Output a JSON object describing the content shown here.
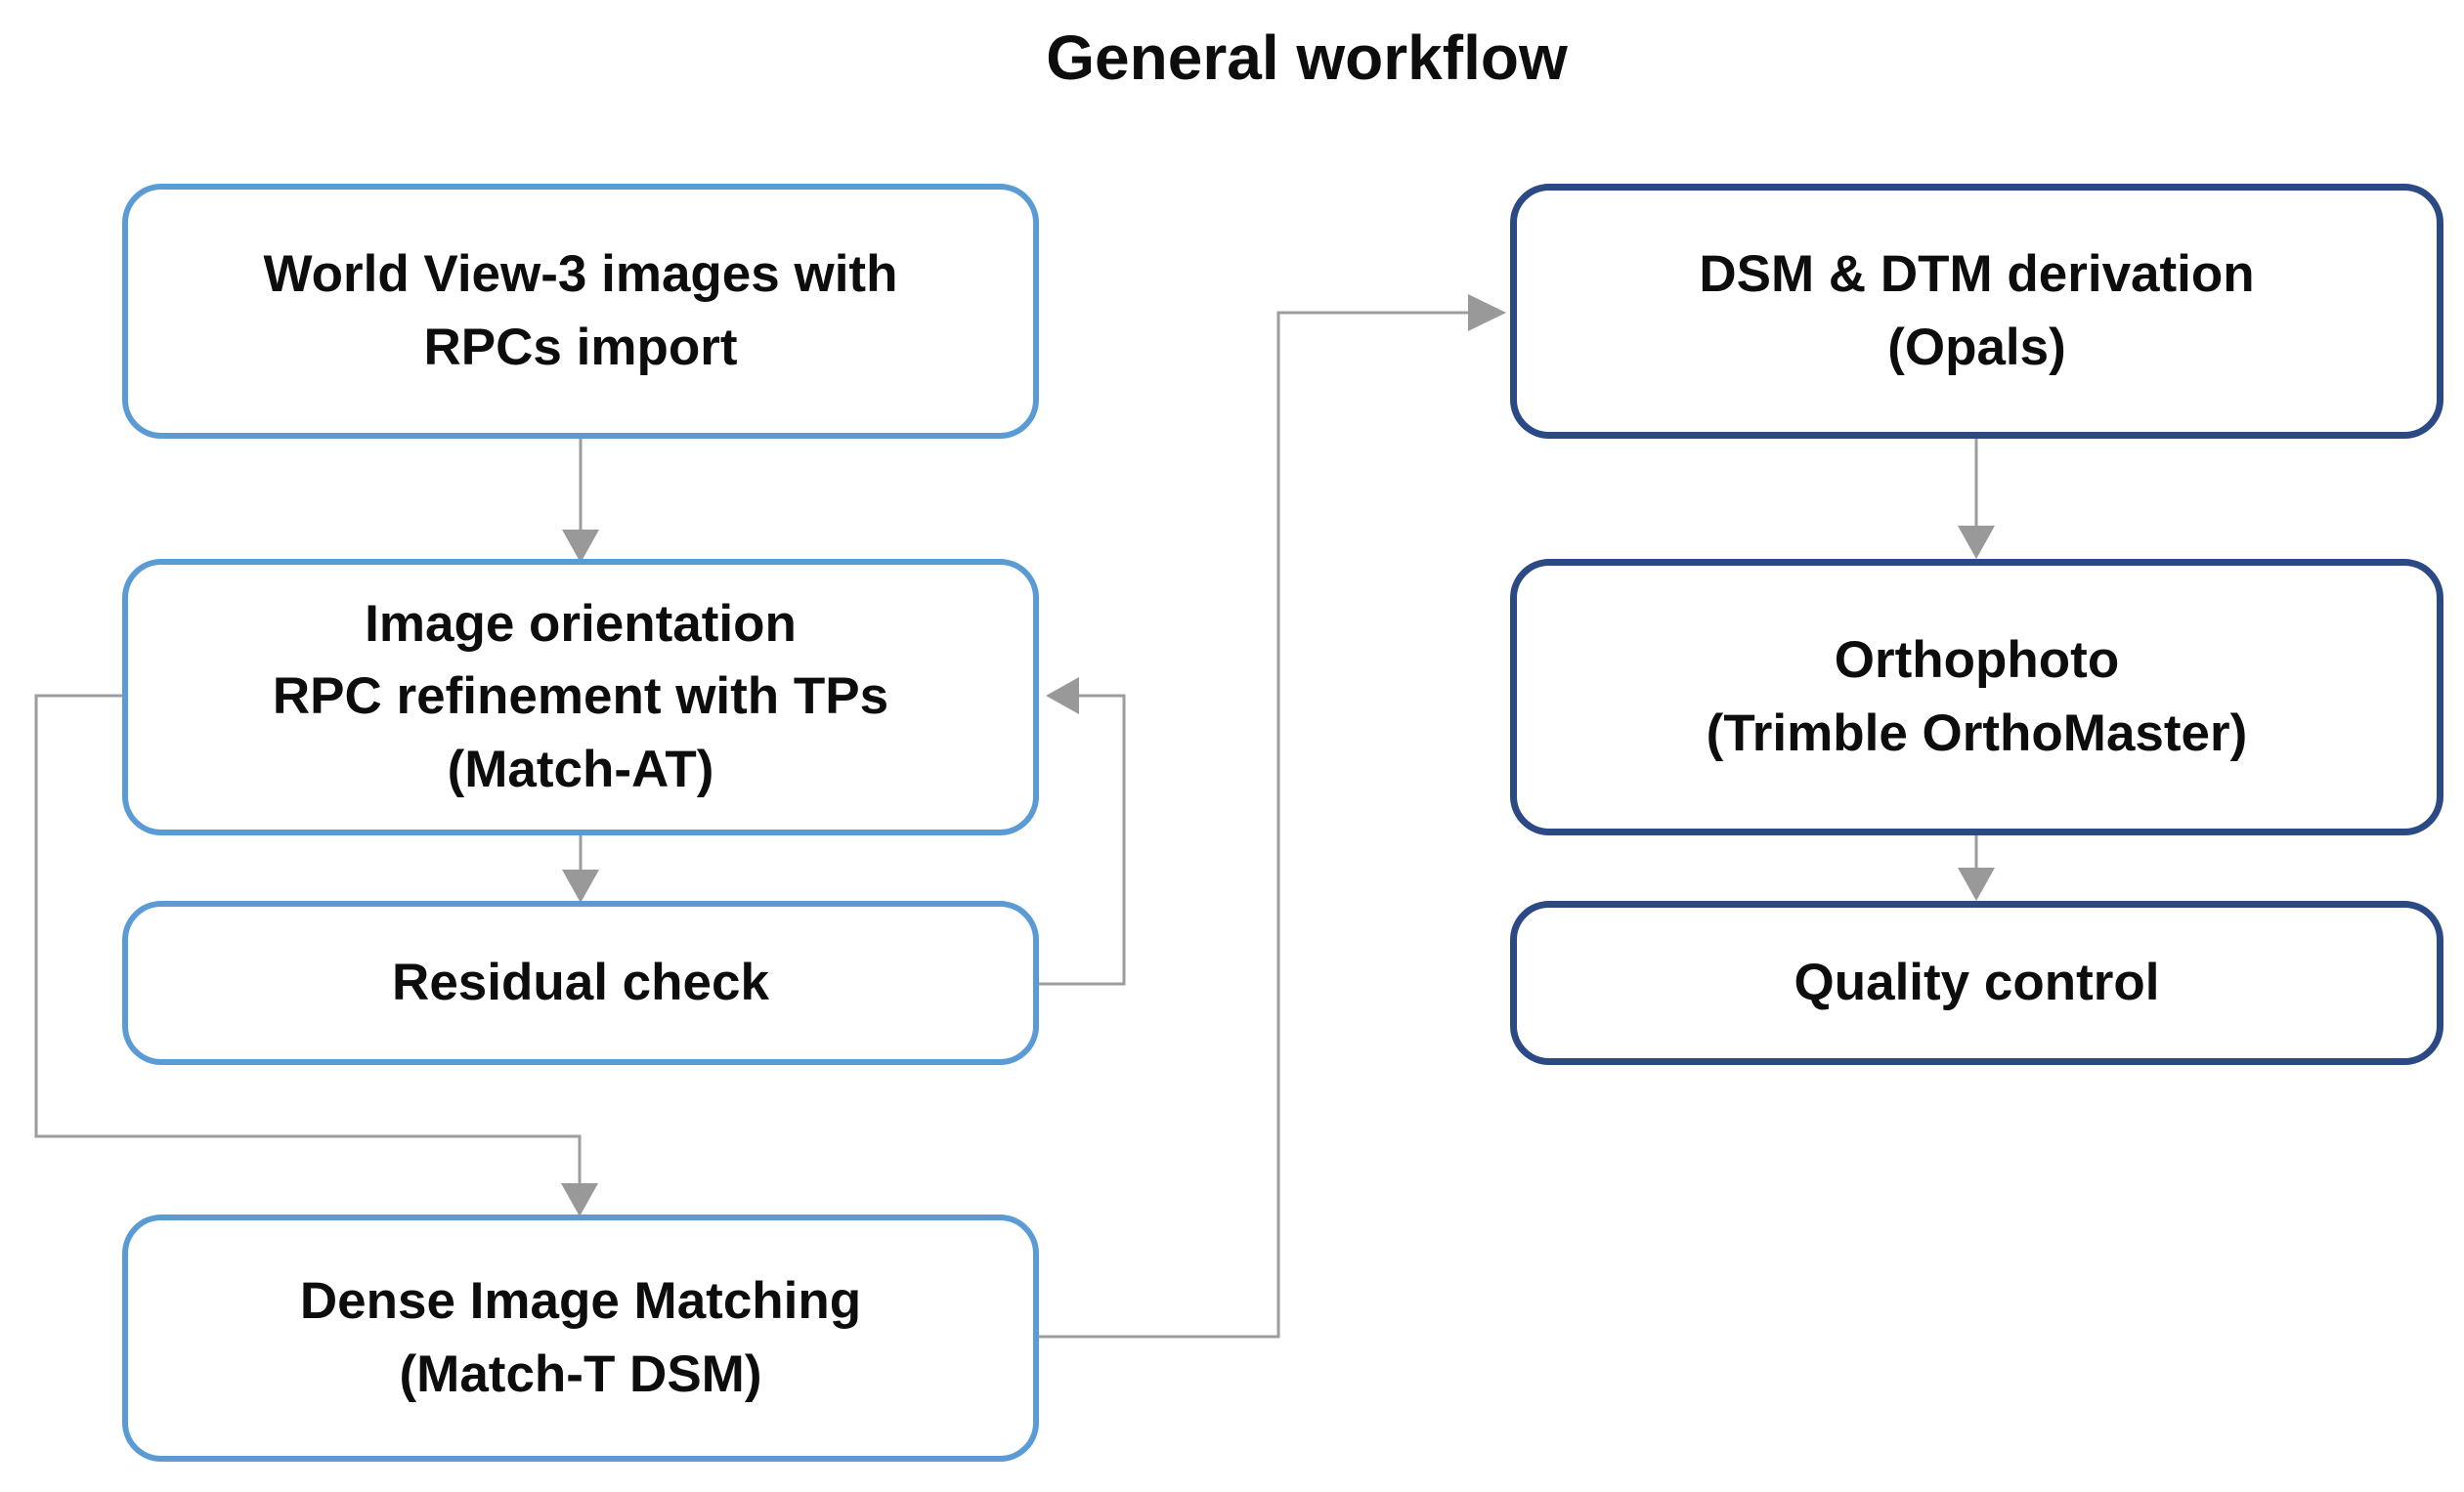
{
  "title": "General workflow",
  "diagram": {
    "nodes": [
      {
        "id": "worldview-import",
        "style": "light-blue",
        "label": "World View-3 images with RPCs import",
        "lines": [
          "World View-3 images with",
          "RPCs import"
        ]
      },
      {
        "id": "image-orientation",
        "style": "light-blue",
        "label": "Image orientation RPC refinement with TPs (Match-AT)",
        "lines": [
          "Image orientation",
          "RPC refinement with TPs",
          "(Match-AT)"
        ]
      },
      {
        "id": "residual-check",
        "style": "light-blue",
        "label": "Residual check",
        "lines": [
          "Residual check"
        ]
      },
      {
        "id": "dense-image-matching",
        "style": "light-blue",
        "label": "Dense Image Matching (Match-T DSM)",
        "lines": [
          "Dense Image Matching",
          "(Match-T DSM)"
        ]
      },
      {
        "id": "dsm-dtm-derivation",
        "style": "dark-blue",
        "label": "DSM & DTM derivation (Opals)",
        "lines": [
          "DSM & DTM derivation",
          "(Opals)"
        ]
      },
      {
        "id": "orthophoto",
        "style": "dark-blue",
        "label": "Orthophoto (Trimble OrthoMaster)",
        "lines": [
          "Orthophoto",
          "(Trimble OrthoMaster)"
        ]
      },
      {
        "id": "quality-control",
        "style": "dark-blue",
        "label": "Quality control",
        "lines": [
          "Quality control"
        ]
      }
    ],
    "edges": [
      {
        "from": "worldview-import",
        "to": "image-orientation"
      },
      {
        "from": "image-orientation",
        "to": "residual-check"
      },
      {
        "from": "residual-check",
        "to": "image-orientation"
      },
      {
        "from": "image-orientation",
        "to": "dense-image-matching"
      },
      {
        "from": "dense-image-matching",
        "to": "dsm-dtm-derivation"
      },
      {
        "from": "dsm-dtm-derivation",
        "to": "orthophoto"
      },
      {
        "from": "orthophoto",
        "to": "quality-control"
      }
    ]
  },
  "colors": {
    "background": "#ffffff",
    "light_box_border": "#5b9bd5",
    "dark_box_border": "#2b4a85",
    "box_fill": "#ffffff",
    "text": "#0d0d0d",
    "connector": "#9d9d9d",
    "arrowhead": "#999999"
  }
}
